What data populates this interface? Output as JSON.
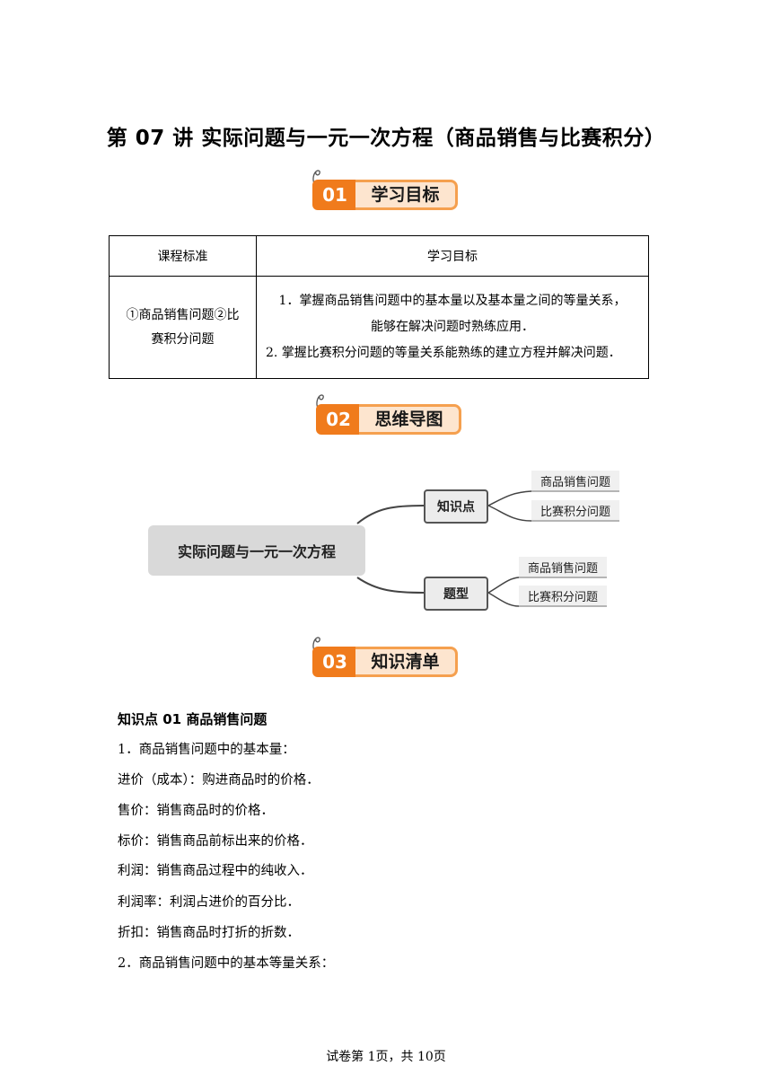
{
  "title": "第 07 讲  实际问题与一元一次方程（商品销售与比赛积分）",
  "sections": [
    {
      "num": "01",
      "label": "学习目标"
    },
    {
      "num": "02",
      "label": "思维导图"
    },
    {
      "num": "03",
      "label": "知识清单"
    }
  ],
  "goals_table": {
    "headers": [
      "课程标准",
      "学习目标"
    ],
    "standard_lines": [
      "①商品销售问题②比",
      "赛积分问题"
    ],
    "objectives": [
      "1．掌握商品销售问题中的基本量以及基本量之间的等量关系，",
      "能够在解决问题时熟练应用．",
      "2. 掌握比赛积分问题的等量关系能熟练的建立方程并解决问题．"
    ]
  },
  "mindmap": {
    "root": "实际问题与一元一次方程",
    "branches": [
      {
        "label": "知识点",
        "leaves": [
          "商品销售问题",
          "比赛积分问题"
        ]
      },
      {
        "label": "题型",
        "leaves": [
          "商品销售问题",
          "比赛积分问题"
        ]
      }
    ]
  },
  "knowledge": {
    "heading": "知识点 01  商品销售问题",
    "lines": [
      "1．商品销售问题中的基本量：",
      "进价（成本）：购进商品时的价格．",
      "售价：销售商品时的价格．",
      "标价：销售商品前标出来的价格．",
      "利润：销售商品过程中的纯收入．",
      "利润率：利润占进价的百分比．",
      "折扣：销售商品时打折的折数．",
      "2．商品销售问题中的基本等量关系："
    ]
  },
  "footer": "试卷第 1页，共 10页",
  "colors": {
    "banner_orange": "#f07b1c",
    "banner_light": "#fde5cf"
  }
}
